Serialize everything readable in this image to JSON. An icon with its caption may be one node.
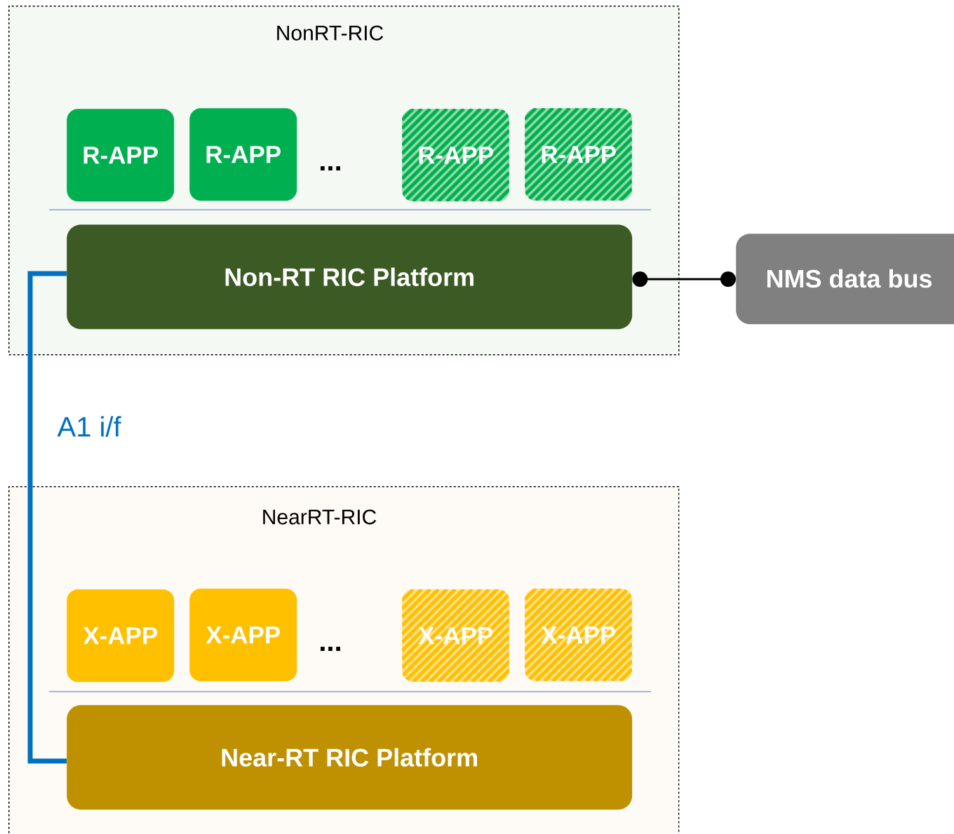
{
  "diagram": {
    "nodes": [
      {
        "text": [
          "NonRT-RIC"
        ]
      },
      {
        "text": [
          "R-APP"
        ],
        "in": 0
      },
      {
        "text": [
          "R-APP"
        ],
        "in": 0
      },
      {
        "text": [
          "R-APP"
        ],
        "in": 0
      },
      {
        "text": [
          "R-APP"
        ],
        "in": 0
      },
      {
        "text": [
          "Non-RT RIC Platform"
        ],
        "in": 0
      },
      {
        "text": [
          "NMS data bus"
        ]
      },
      {
        "text": [
          "NearRT-RIC"
        ]
      },
      {
        "text": [
          "X-APP"
        ],
        "in": 7
      },
      {
        "text": [
          "X-APP"
        ],
        "in": 7
      },
      {
        "text": [
          "X-APP"
        ],
        "in": 7
      },
      {
        "text": [
          "X-APP"
        ],
        "in": 7
      },
      {
        "text": [
          "Near-RT RIC Platform"
        ],
        "in": 7
      }
    ],
    "edges": [
      {
        "from": 5,
        "to": 6,
        "arrow": "other"
      },
      {
        "from": 5,
        "to": 12,
        "arrow": "none",
        "label": "A1 i/f",
        "style": "thick",
        "color": "#0070c0"
      }
    ],
    "labels": [
      "...",
      "..."
    ]
  }
}
